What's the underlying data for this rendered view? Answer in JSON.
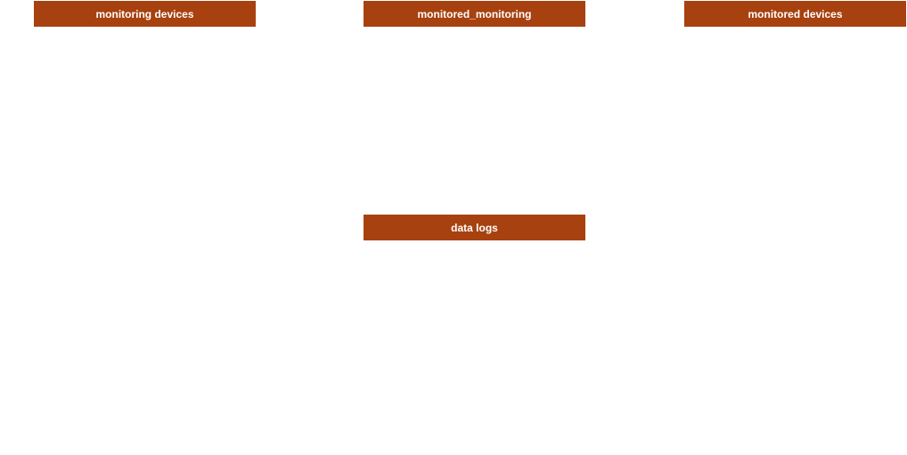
{
  "colors": {
    "entity_header_bg": "#a7410f",
    "entity_header_text": "#ffffff",
    "canvas_bg": "#ffffff"
  },
  "entities": {
    "monitoring_devices": {
      "title": "monitoring devices"
    },
    "monitored_monitoring": {
      "title": "monitored_monitoring"
    },
    "monitored_devices": {
      "title": "monitored devices"
    },
    "data_logs": {
      "title": "data logs"
    }
  }
}
